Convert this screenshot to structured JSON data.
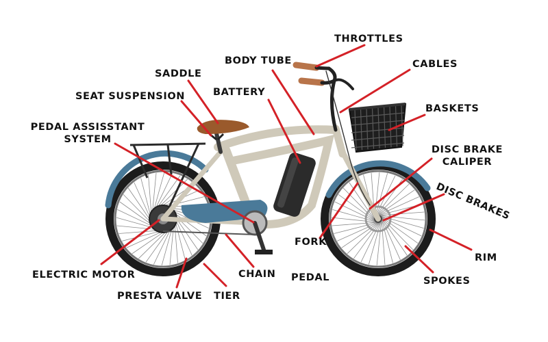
{
  "colors": {
    "leader": "#d42127",
    "frame": "#cfc9b9",
    "fender": "#4a7a99",
    "tire": "#1c1c1c",
    "saddle": "#9a5a2c",
    "grip": "#b8744a"
  },
  "labels": {
    "throttles": "THROTTLES",
    "body_tube": "BODY TUBE",
    "cables": "CABLES",
    "saddle": "SADDLE",
    "battery": "BATTERY",
    "seat_suspension": "SEAT SUSPENSION",
    "baskets": "BASKETS",
    "pedal_assist_line1": "PEDAL ASSISSTANT",
    "pedal_assist_line2": "SYSTEM",
    "disc_brake_caliper_line1": "DISC BRAKE",
    "disc_brake_caliper_line2": "CALIPER",
    "disc_brakes": "DISC BRAKES",
    "fork": "FORK",
    "rim": "RIM",
    "electric_motor": "ELECTRIC MOTOR",
    "chain": "CHAIN",
    "pedal": "PEDAL",
    "spokes": "SPOKES",
    "presta_valve": "PRESTA VALVE",
    "tier": "TIER"
  }
}
